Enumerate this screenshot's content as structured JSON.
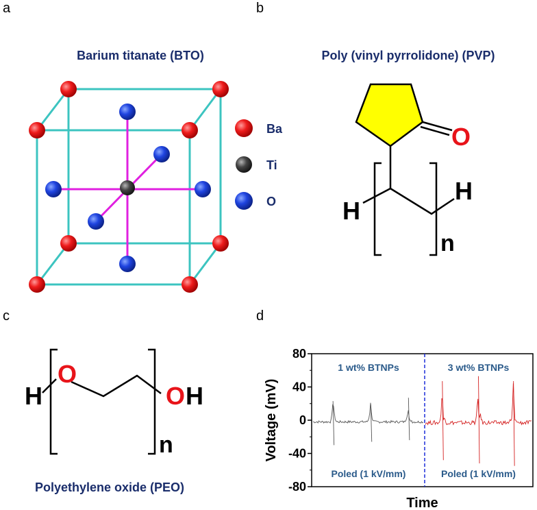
{
  "panels": {
    "a": {
      "letter": "a",
      "title": "Barium titanate (BTO)",
      "legend": [
        {
          "label": "Ba",
          "color": "#e01010"
        },
        {
          "label": "Ti",
          "color": "#3a3a3a"
        },
        {
          "label": "O",
          "color": "#1a3ed8"
        }
      ]
    },
    "b": {
      "letter": "b",
      "title": "Poly (vinyl pyrrolidone) (PVP)",
      "atoms": {
        "oxygen": "O",
        "h_left": "H",
        "h_right": "H",
        "subscript": "n"
      }
    },
    "c": {
      "letter": "c",
      "title": "Polyethylene oxide (PEO)",
      "atoms": {
        "h_left": "H",
        "o_left": "O",
        "o_right": "O",
        "h_right": "H",
        "subscript": "n"
      }
    },
    "d": {
      "letter": "d"
    }
  },
  "colors": {
    "cube_edge": "#3cc4c0",
    "bond": "#e020e0",
    "ring_fill": "#ffff00",
    "oxygen_red": "#e8141a",
    "series_1": "#555555",
    "series_2": "#d42020",
    "divider": "#1a2bd8"
  },
  "chart_data": {
    "type": "line",
    "xlabel": "Time",
    "ylabel": "Voltage (mV)",
    "ylim": [
      -80,
      80
    ],
    "yticks": [
      80,
      40,
      0,
      -40,
      -80
    ],
    "series": [
      {
        "name": "1 wt% BTNPs",
        "note": "Poled (1 kV/mm)",
        "baseline": -2,
        "spikes": [
          {
            "t": 0.18,
            "high": 23,
            "low": -30
          },
          {
            "t": 0.52,
            "high": 19,
            "low": -26
          },
          {
            "t": 0.86,
            "high": 27,
            "low": -24
          }
        ]
      },
      {
        "name": "3 wt% BTNPs",
        "note": "Poled (1 kV/mm)",
        "baseline": -3,
        "spikes": [
          {
            "t": 0.16,
            "high": 47,
            "low": -48
          },
          {
            "t": 0.5,
            "high": 53,
            "low": -52
          },
          {
            "t": 0.83,
            "high": 47,
            "low": -55
          }
        ]
      }
    ]
  }
}
